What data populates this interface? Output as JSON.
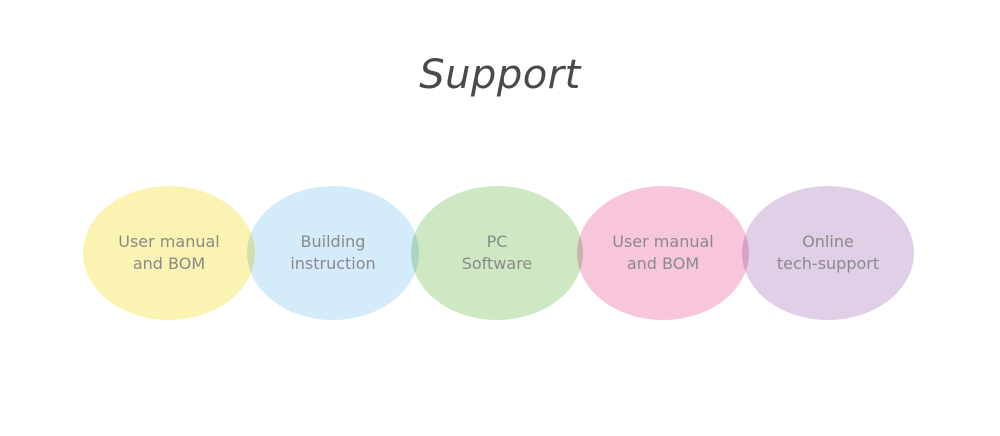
{
  "title": "Support",
  "items": [
    {
      "label": "User manual\nand BOM",
      "color": "#fbf3b1"
    },
    {
      "label": "Building\ninstruction",
      "color": "#d4ebfa"
    },
    {
      "label": "PC\nSoftware",
      "color": "#cfe8c4"
    },
    {
      "label": "User manual\nand BOM",
      "color": "#f7c6dc"
    },
    {
      "label": "Online\ntech-support",
      "color": "#e0cfe6"
    }
  ]
}
